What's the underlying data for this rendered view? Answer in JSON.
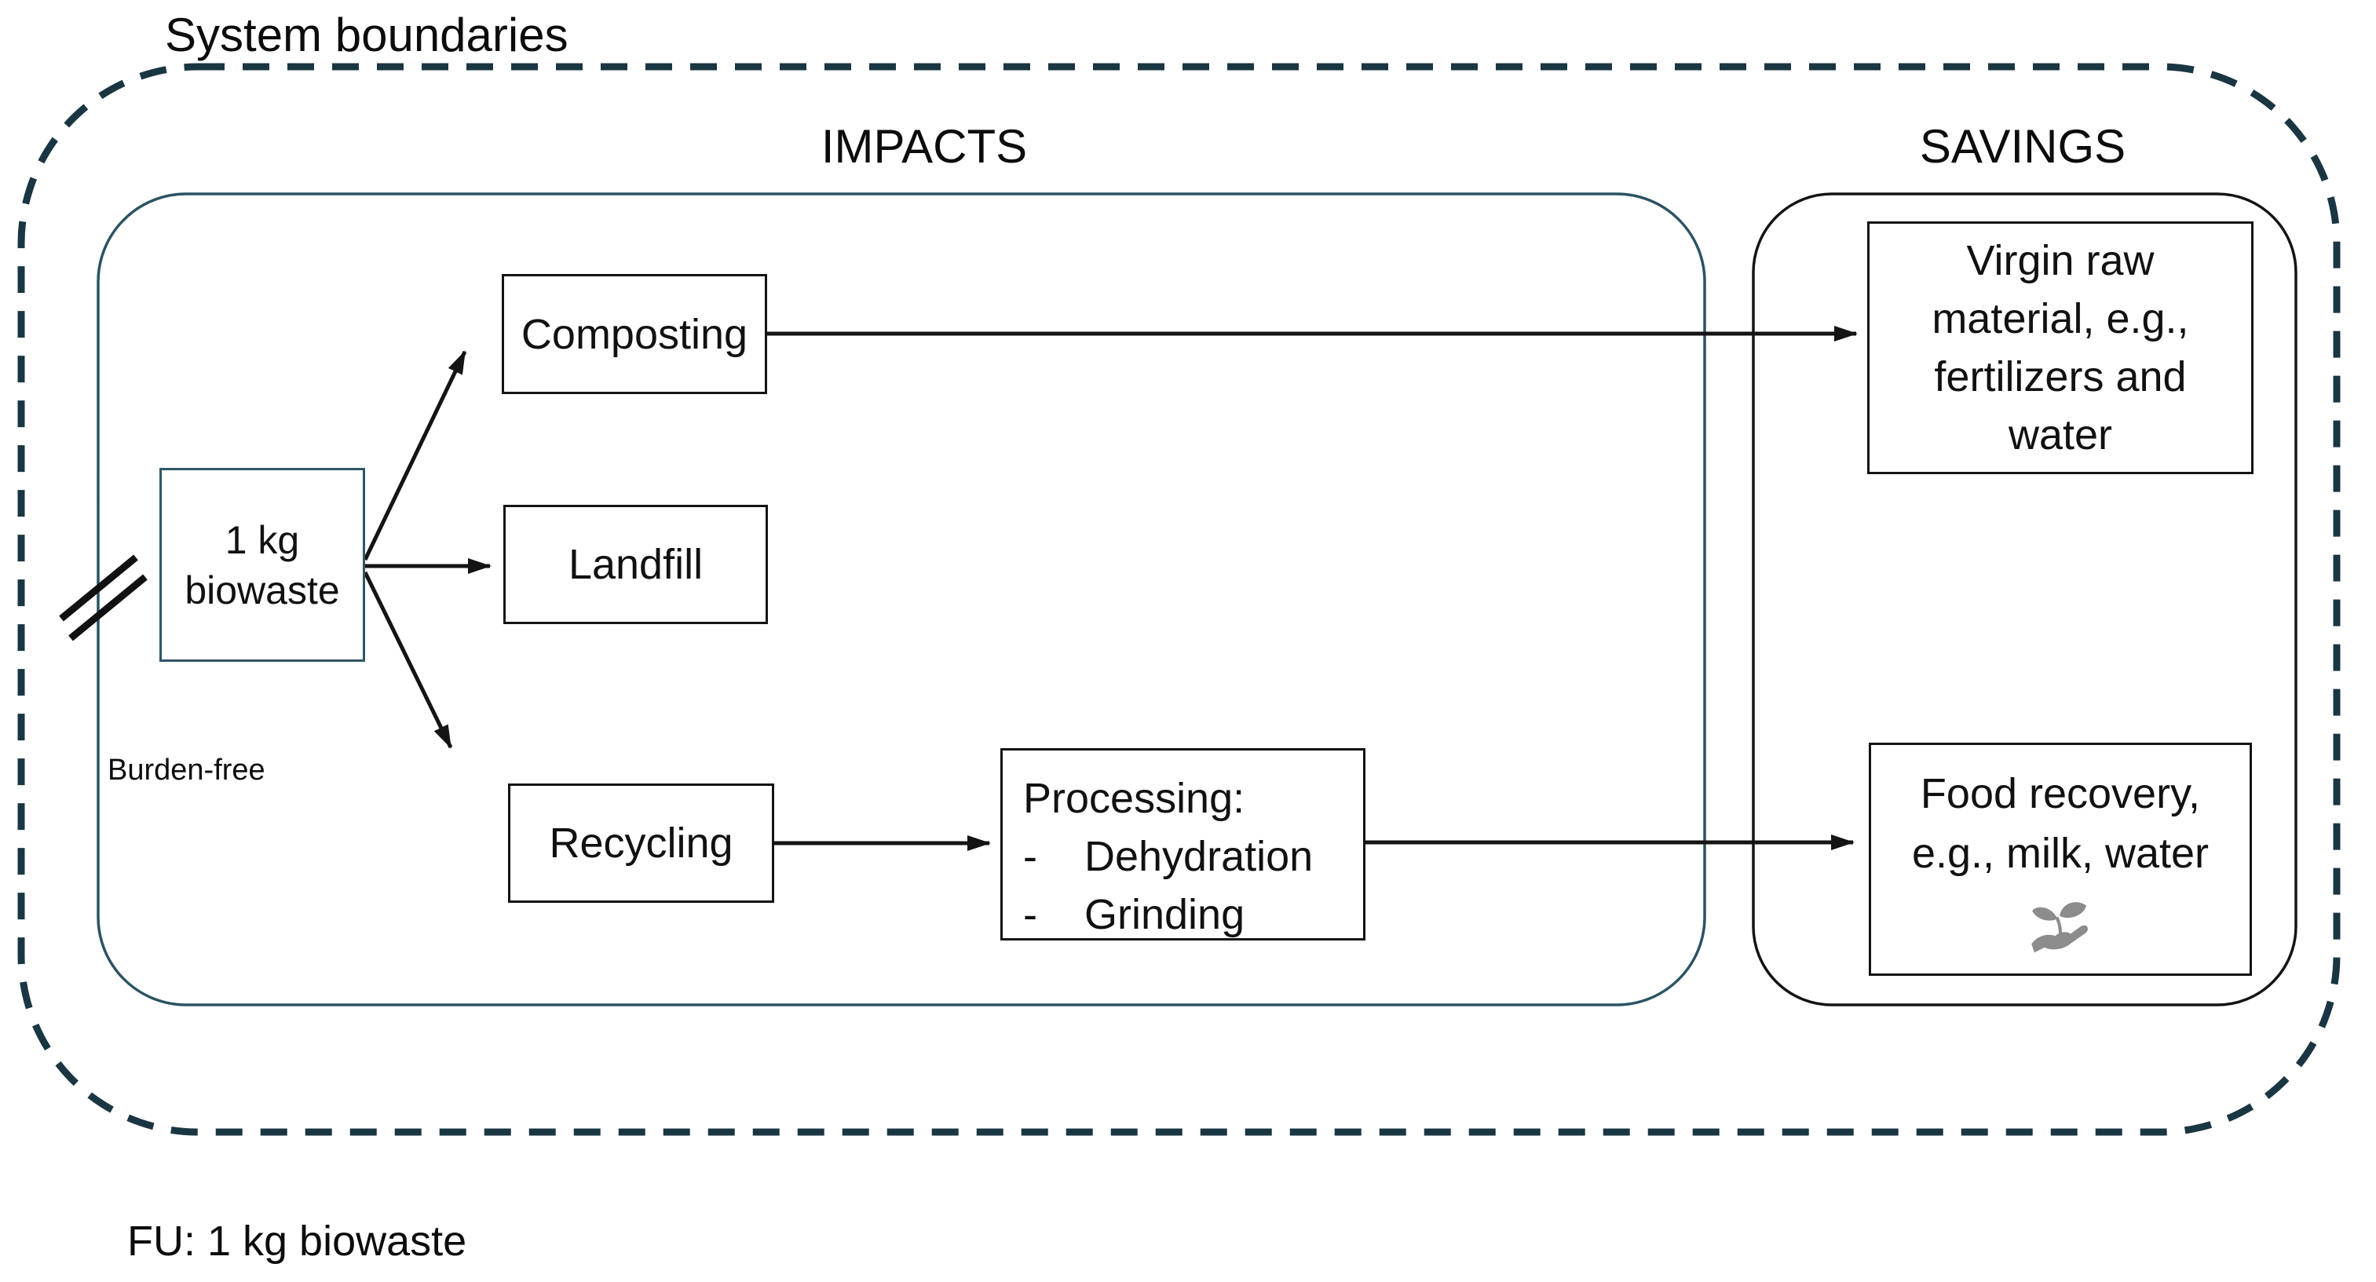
{
  "title": "System boundaries",
  "sections": {
    "impacts": {
      "heading": "IMPACTS"
    },
    "savings": {
      "heading": "SAVINGS"
    }
  },
  "nodes": {
    "biowaste": {
      "lines": [
        "1 kg",
        "biowaste"
      ]
    },
    "composting": {
      "label": "Composting"
    },
    "landfill": {
      "label": "Landfill"
    },
    "recycling": {
      "label": "Recycling"
    },
    "processing": {
      "title": "Processing:",
      "bullet": "-",
      "items": [
        "Dehydration",
        "Grinding"
      ]
    },
    "virgin_raw_material": {
      "lines": [
        "Virgin raw",
        "material, e.g.,",
        "fertilizers and",
        "water"
      ]
    },
    "food_recovery": {
      "lines": [
        "Food recovery,",
        "e.g., milk, water"
      ]
    }
  },
  "annotations": {
    "burden_free": "Burden-free",
    "functional_unit": "FU: 1 kg biowaste"
  },
  "icons": {
    "food_recovery": "hand-holding-seedling"
  },
  "colors": {
    "background": "#ffffff",
    "boundary_dash": "#1a3642",
    "impacts_border": "#2c5362",
    "savings_border": "#141414",
    "box_border": "#141414",
    "biowaste_box_border": "#2e5765",
    "arrow": "#141414",
    "text": "#111111",
    "icon_gray": "#8c8c8c"
  }
}
